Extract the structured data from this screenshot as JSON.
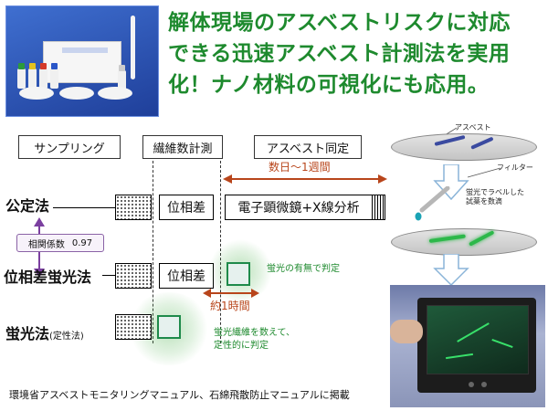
{
  "headline": {
    "line1": "解体現場のアスベストリスクに対応",
    "line2": "できる迅速アスベスト計測法を実用",
    "line3": "化！ナノ材料の可視化にも応用。"
  },
  "process_headers": {
    "sampling": "サンプリング",
    "fiber_count": "繊維数計測",
    "identification": "アスベスト同定"
  },
  "methods": {
    "official": "公定法",
    "phase_fluor": "位相差蛍光法",
    "fluor": "蛍光法",
    "fluor_sub": "(定性法)"
  },
  "steps": {
    "phase_contrast_1": "位相差",
    "phase_contrast_2": "位相差",
    "em_xray": "電子顕微鏡+X線分析"
  },
  "durations": {
    "days_week": "数日～1週間",
    "about_one_hour": "約1時間"
  },
  "correlation": {
    "label": "相関係数",
    "value": "0.97"
  },
  "notes": {
    "fluor_presence": "蛍光の有無で判定",
    "fluor_count_line1": "蛍光繊維を数えて、",
    "fluor_count_line2": "定性的に判定"
  },
  "diagram": {
    "asbestos": "アスベスト",
    "filter": "フィルター",
    "label_reagent_line1": "蛍光でラベルした",
    "label_reagent_line2": "試薬を数滴"
  },
  "footer": "環境省アスベストモニタリングマニュアル、石綿飛散防止マニュアルに掲載",
  "colors": {
    "headline_green": "#1e8a2e",
    "arrow_red": "#b8451b",
    "correlation_purple": "#7b3fa0",
    "fiber_blue": "#3a4aa0",
    "fiber_green": "#2db84a"
  }
}
